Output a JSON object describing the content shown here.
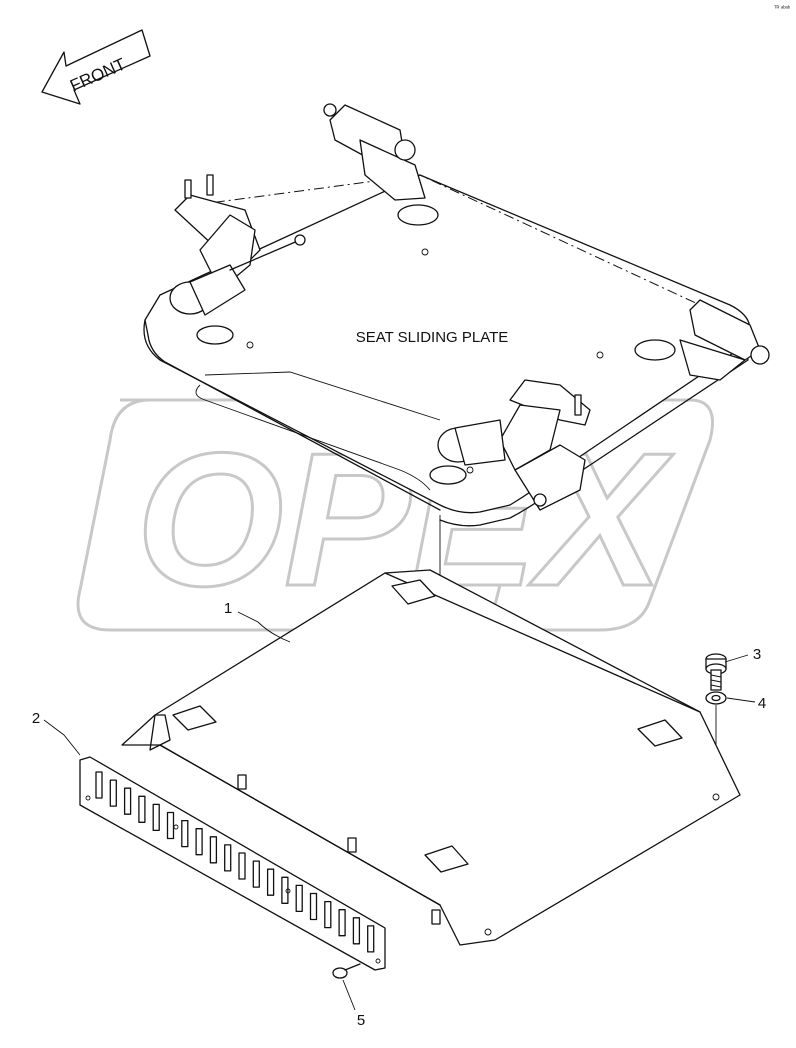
{
  "diagram": {
    "direction_arrow": {
      "label": "FRONT"
    },
    "assembly_label": "SEAT SLIDING PLATE",
    "watermark": {
      "text": "OPEX",
      "color": "#c8c8c8"
    },
    "corner_mark": "ᵀᴿ ᵃᵇᵃᵇ",
    "callouts": [
      {
        "id": "1",
        "label": "1"
      },
      {
        "id": "2",
        "label": "2"
      },
      {
        "id": "3",
        "label": "3"
      },
      {
        "id": "4",
        "label": "4"
      },
      {
        "id": "5",
        "label": "5"
      }
    ]
  }
}
